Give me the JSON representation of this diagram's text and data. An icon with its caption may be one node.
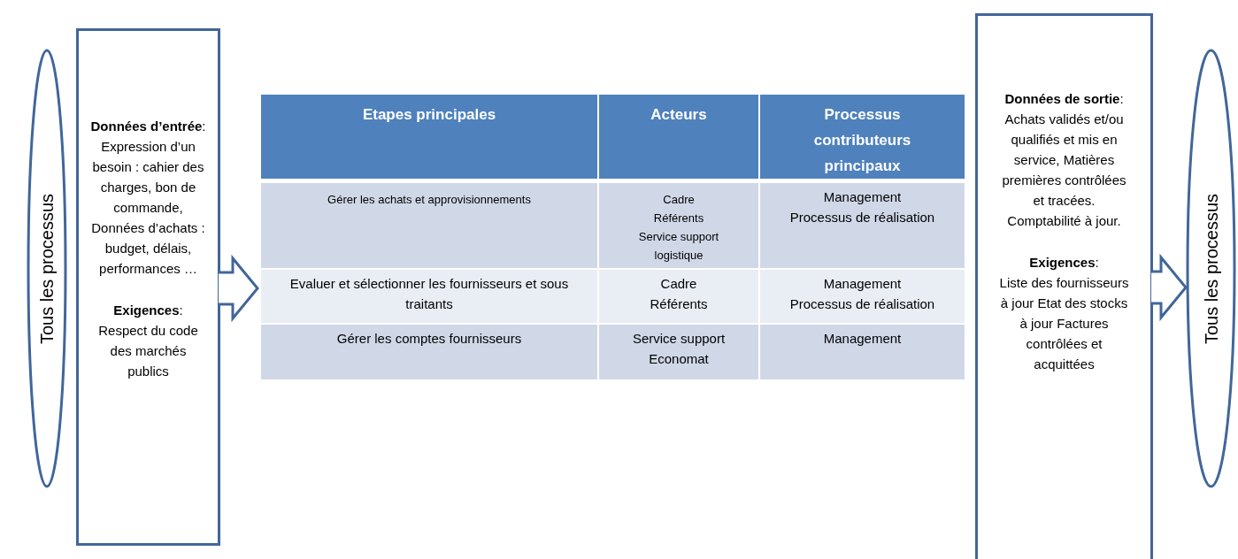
{
  "diagram": {
    "nodes": [
      {
        "text": [
          "Tous les processus"
        ]
      },
      {
        "text": [
          "**Données d’entrée**:",
          "Expression d’un besoin : cahier des charges, bon de commande, Données d’achats : budget, délais, performances …",
          "**Exigences**:",
          "Respect du code des marchés publics"
        ]
      },
      {
        "text": [],
        "shape": "box"
      },
      {
        "text": [
          "Etapes principales"
        ],
        "in": 2
      },
      {
        "text": [
          "Acteurs"
        ],
        "in": 2
      },
      {
        "text": [
          "Processus contributeurs principaux"
        ],
        "in": 2
      },
      {
        "text": [
          "Gérer les achats et approvisionnements"
        ],
        "in": 2
      },
      {
        "text": [
          "Cadre",
          "Référents",
          "Service support logistique"
        ],
        "in": 2
      },
      {
        "text": [
          "Management",
          "Processus de réalisation"
        ],
        "in": 2
      },
      {
        "text": [
          "Evaluer et sélectionner les fournisseurs et sous traitants"
        ],
        "in": 2
      },
      {
        "text": [
          "Cadre",
          "Référents"
        ],
        "in": 2
      },
      {
        "text": [
          "Management",
          "Processus de réalisation"
        ],
        "in": 2
      },
      {
        "text": [
          "Gérer les comptes fournisseurs"
        ],
        "in": 2
      },
      {
        "text": [
          "Service support",
          "Economat"
        ],
        "in": 2
      },
      {
        "text": [
          "Management"
        ],
        "in": 2
      },
      {
        "text": [
          "**Données de sortie**:",
          "Achats validés et/ou qualifiés et mis en service, Matières premières contrôlées et tracées. Comptabilité à jour.",
          "**Exigences**:",
          "Liste des fournisseurs à jour Etat des stocks à jour Factures contrôlées et acquittées"
        ]
      },
      {
        "text": [
          "Tous les processus"
        ]
      }
    ],
    "edges": [
      {
        "from": 1,
        "to": 2,
        "arrow": "to"
      },
      {
        "from": 15,
        "to": 16,
        "arrow": "to"
      }
    ]
  }
}
